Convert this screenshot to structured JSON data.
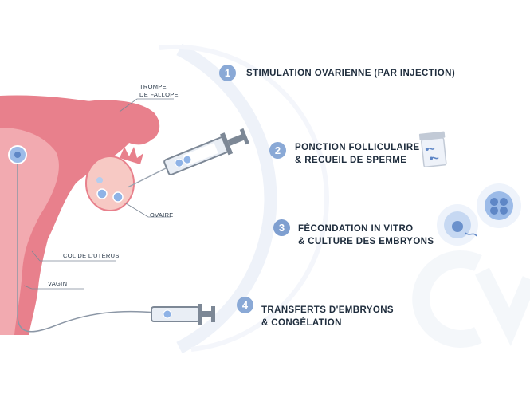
{
  "labels": {
    "fallopian_tube": [
      "TROMPE",
      "DE FALLOPE"
    ],
    "ovary": "OVAIRE",
    "cervix": "COL DE L'UTÉRUS",
    "vagina": "VAGIN"
  },
  "steps": [
    {
      "number": "1",
      "lines": [
        "STIMULATION OVARIENNE (PAR INJECTION)"
      ]
    },
    {
      "number": "2",
      "lines": [
        "PONCTION FOLLICULAIRE",
        "& RECUEIL DE SPERME"
      ]
    },
    {
      "number": "3",
      "lines": [
        "FÉCONDATION IN VITRO",
        "& CULTURE DES EMBRYONS"
      ]
    },
    {
      "number": "4",
      "lines": [
        "TRANSFERTS D'EMBRYONS",
        "& CONGÉLATION"
      ]
    }
  ],
  "icons": {
    "step2": "sperm-sample-jar-icon",
    "step3": "embryo-microscope-icon",
    "watermark": "logo-watermark"
  },
  "colors": {
    "uterus": "#e8808c",
    "uterus_inner": "#f2aab0",
    "badge": "#8aa9d6",
    "arc": "#eef2f9",
    "text": "#1f2d3d"
  }
}
